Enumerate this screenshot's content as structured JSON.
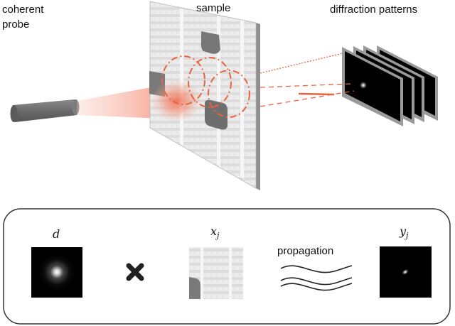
{
  "labels": {
    "probe_line1": "coherent",
    "probe_line2": "probe",
    "sample": "sample",
    "diffraction": "diffraction patterns",
    "propagation": "propagation"
  },
  "math": {
    "d": "d",
    "x_base": "x",
    "x_sub": "j",
    "y_base": "y",
    "y_sub": "j"
  },
  "colors": {
    "beam": "#f26b50",
    "scan_circle": "#e8643f",
    "probe_body": "#6e6e6e",
    "panel_border": "#333333",
    "frame": "#8a8a8a"
  },
  "icons": {
    "multiply": "multiply-icon",
    "propagation": "wave-lines-icon"
  }
}
